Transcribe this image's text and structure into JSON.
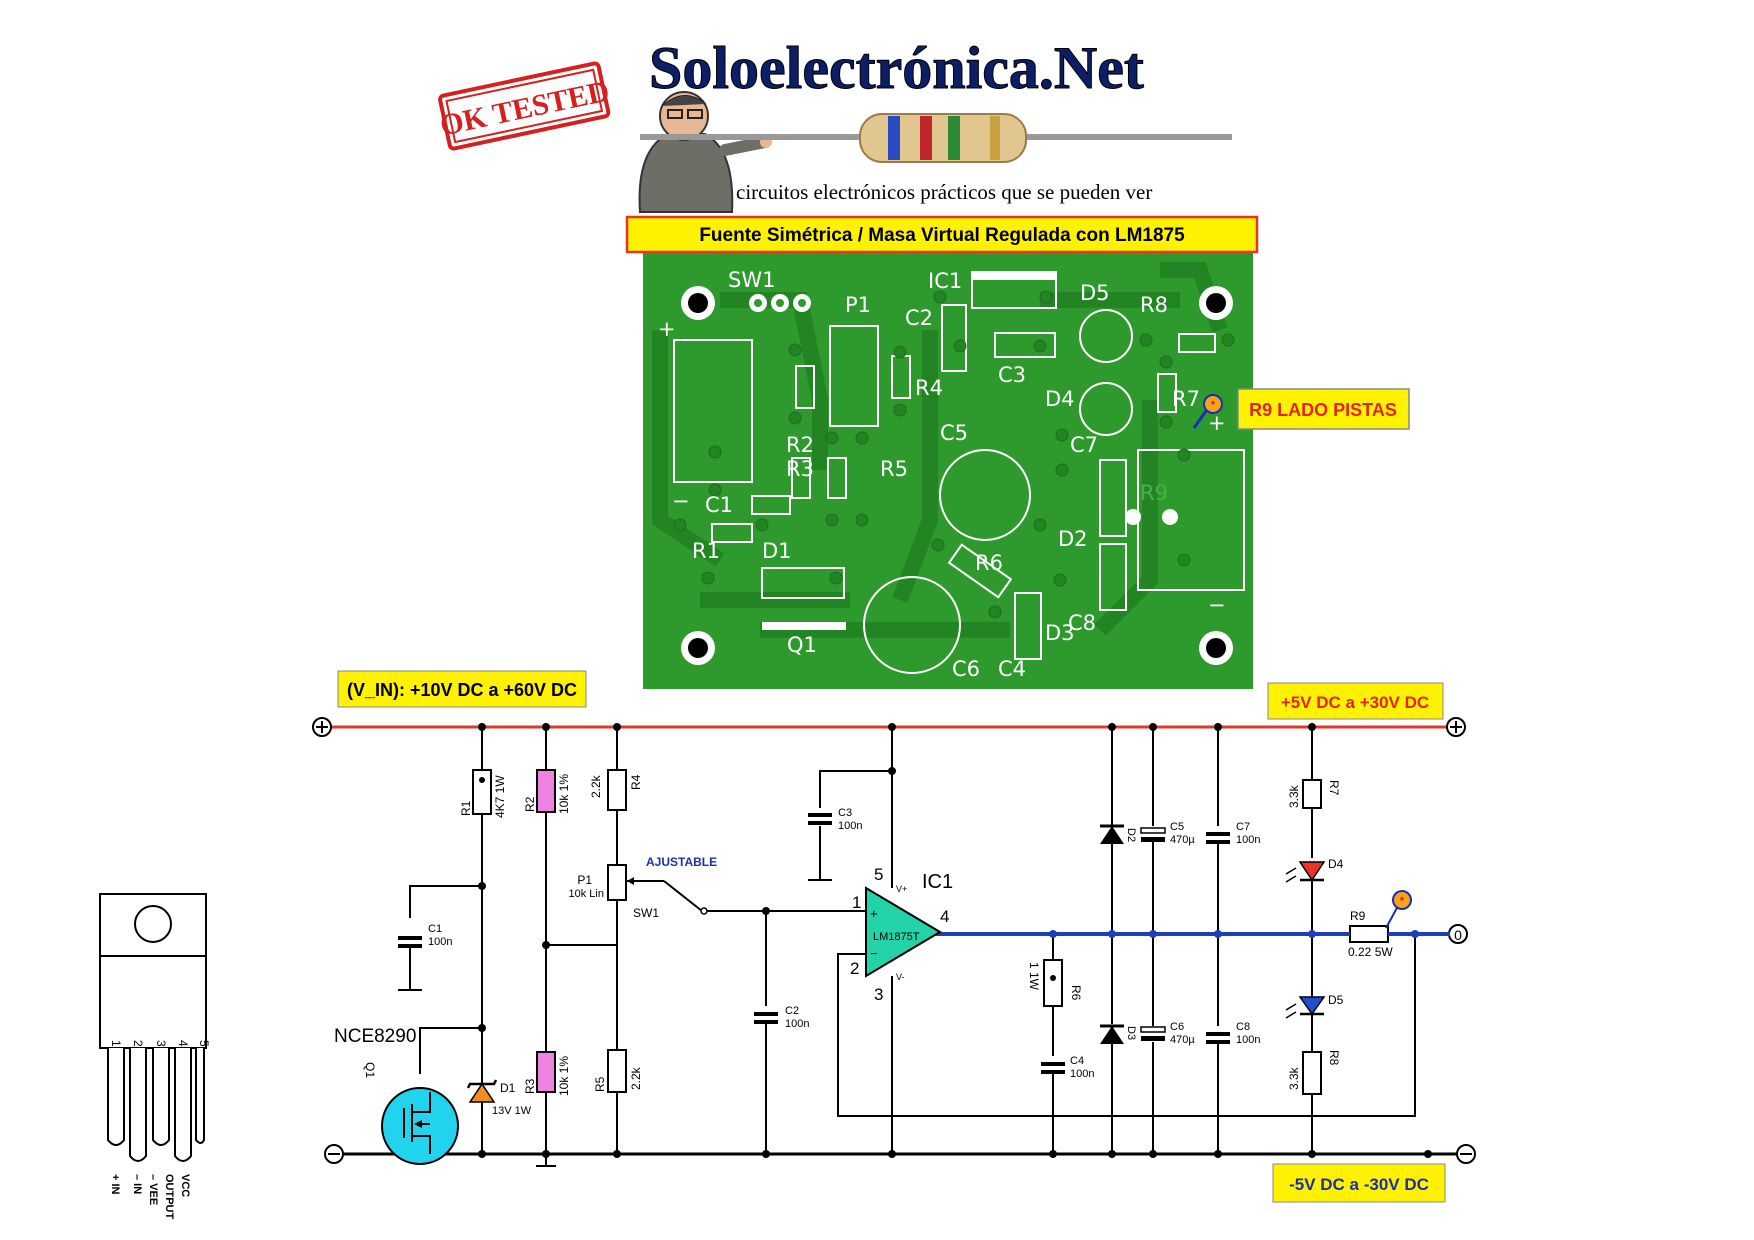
{
  "header": {
    "site_title": "Soloelectrónica.Net",
    "tagline": "circuitos electrónicos prácticos que se pueden ver",
    "stamp": "OK TESTED",
    "project_title": "Fuente Simétrica / Masa Virtual Regulada con LM1875"
  },
  "pcb": {
    "labels": {
      "sw1": "SW1",
      "p1": "P1",
      "ic1": "IC1",
      "c2": "C2",
      "d5": "D5",
      "r8": "R8",
      "r4": "R4",
      "c3": "C3",
      "d4": "D4",
      "r7": "R7",
      "r2": "R2",
      "r3": "R3",
      "r5": "R5",
      "c5": "C5",
      "c7": "C7",
      "r9": "R9",
      "c1": "C1",
      "r1": "R1",
      "d1": "D1",
      "d2": "D2",
      "r6": "R6",
      "d3": "D3",
      "c8": "C8",
      "q1": "Q1",
      "c6": "C6",
      "c4": "C4",
      "plus": "+",
      "minus": "−",
      "minus2": "−",
      "plus2": "+"
    },
    "note": "R9 LADO PISTAS"
  },
  "schematic": {
    "vin": "(V_IN): +10V DC a +60V DC",
    "vpos": "+5V DC a +30V DC",
    "vneg": "-5V DC a -30V DC",
    "adjustable": "AJUSTABLE",
    "q1_part": "NCE8290",
    "q1_ref": "Q1",
    "ic_ref": "IC1",
    "ic_part": "LM1875T",
    "ic_vplus": "V+",
    "ic_vminus": "V-",
    "pins": {
      "p1": "1",
      "p2": "2",
      "p3": "3",
      "p4": "4",
      "p5": "5",
      "plus": "+",
      "minus": "−"
    },
    "sw1": "SW1",
    "out_zero": "0",
    "comps": {
      "r1_ref": "R1",
      "r1_val": "4K7 1W",
      "r2_ref": "R2",
      "r2_val": "10k 1%",
      "r3_ref": "R3",
      "r3_val": "10k 1%",
      "r4_ref": "R4",
      "r4_val": "2.2k",
      "r5_ref": "R5",
      "r5_val": "2.2k",
      "p1_ref": "P1",
      "p1_val": "10k Lin",
      "c1_ref": "C1",
      "c1_val": "100n",
      "c2_ref": "C2",
      "c2_val": "100n",
      "c3_ref": "C3",
      "c3_val": "100n",
      "c4_ref": "C4",
      "c4_val": "100n",
      "c5_ref": "C5",
      "c5_val": "470µ",
      "c6_ref": "C6",
      "c6_val": "470µ",
      "c7_ref": "C7",
      "c7_val": "100n",
      "c8_ref": "C8",
      "c8_val": "100n",
      "d1_ref": "D1",
      "d1_val": "13V 1W",
      "d2_ref": "D2",
      "d3_ref": "D3",
      "d4_ref": "D4",
      "d5_ref": "D5",
      "r6_ref": "R6",
      "r6_val": "1 1W",
      "r7_ref": "R7",
      "r7_val": "3.3k",
      "r8_ref": "R8",
      "r8_val": "3.3k",
      "r9_ref": "R9",
      "r9_val": "0.22 5W"
    }
  },
  "pinout": {
    "numbers": [
      "1",
      "2",
      "3",
      "4",
      "5"
    ],
    "names": [
      "+ IN",
      "– IN",
      "– VEE",
      "OUTPUT",
      "VCC"
    ]
  },
  "colors": {
    "pcb_green": "#2e9a2e",
    "rail_red": "#e8332a",
    "output_blue": "#1f3fb8",
    "label_yellow": "#fff200",
    "label_red_text": "#e0261c",
    "label_blue_text": "#1a2fb0",
    "resistor_pink": "#ee82e0",
    "mosfet_cyan": "#22d3ee",
    "zener_orange": "#f28c1c"
  }
}
